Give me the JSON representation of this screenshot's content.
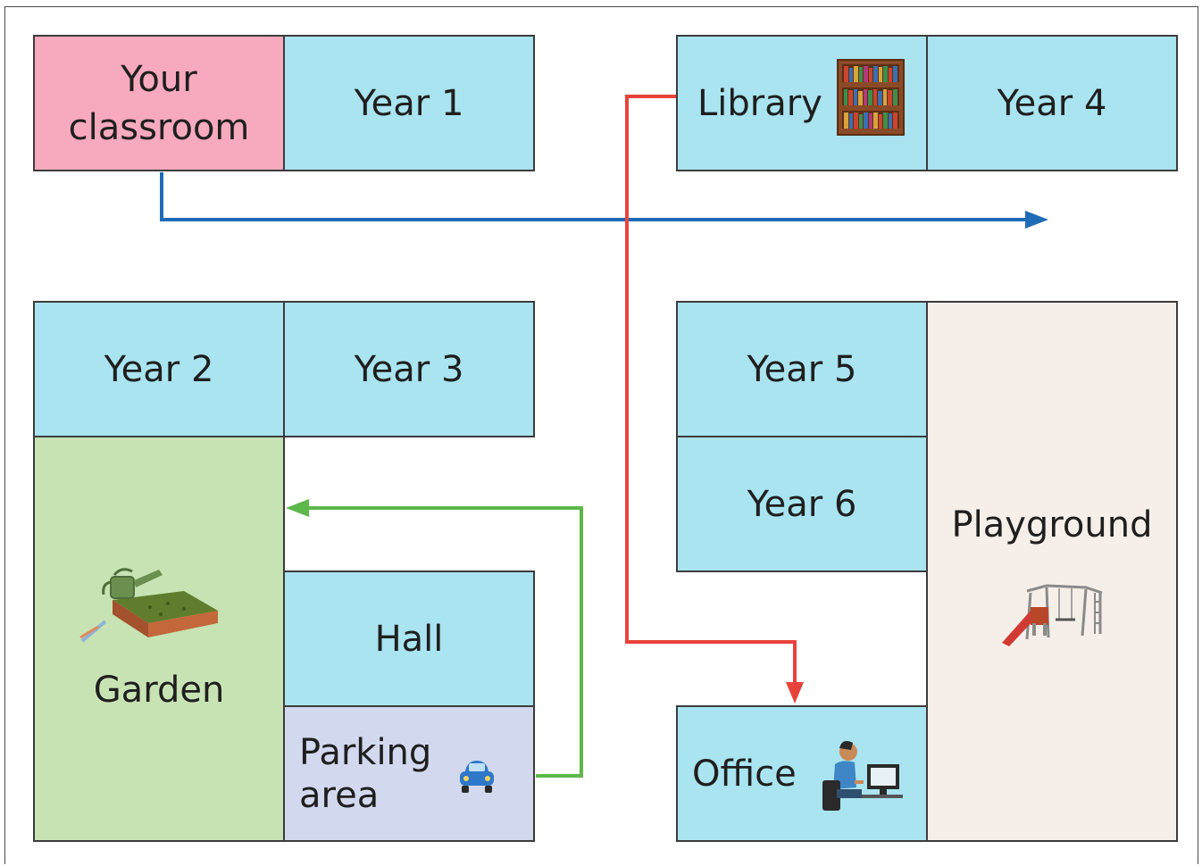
{
  "rooms": {
    "your_classroom": "Your\nclassroom",
    "year1": "Year 1",
    "library": "Library",
    "year4": "Year 4",
    "year2": "Year 2",
    "year3": "Year 3",
    "year5": "Year 5",
    "year6": "Year 6",
    "garden": "Garden",
    "hall": "Hall",
    "parking_area": "Parking\narea",
    "office": "Office",
    "playground": "Playground"
  },
  "colors": {
    "classroom": "#f7a9bd",
    "room": "#a9e4f0",
    "garden": "#c7e3b3",
    "parking": "#d2d8ee",
    "playground": "#f6efe9",
    "route_blue": "#1f6bb8",
    "route_red": "#e8433a",
    "route_green": "#5cb84a"
  },
  "icons": [
    "bookshelf-icon",
    "garden-bed-icon",
    "car-icon",
    "computer-user-icon",
    "swing-set-icon"
  ]
}
